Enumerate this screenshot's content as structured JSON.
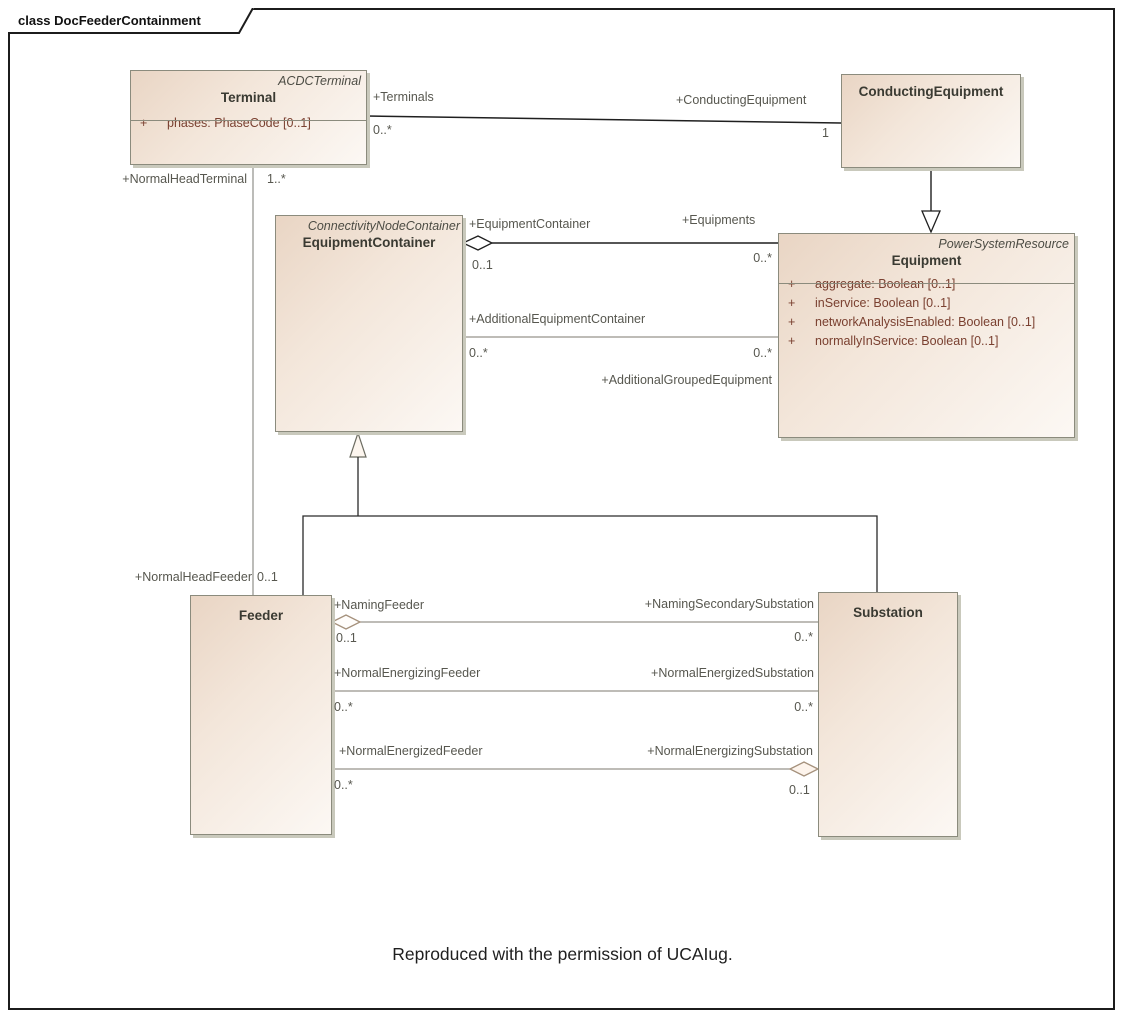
{
  "frame": {
    "title": "class DocFeederContainment"
  },
  "caption": "Reproduced with the permission of UCAIug.",
  "colors": {
    "box_fill_start": "#e9d5c4",
    "box_fill_end": "#fcf8f4",
    "box_border": "#8b8b7d",
    "box_shadow": "#c9c9bc",
    "class_name_text": "#3a3a32",
    "stereotype_text": "#4c4c44",
    "attribute_text": "#7a4030",
    "edge_label_text": "#57574f",
    "association_line_dark": "#1f1f1f",
    "association_line_gray": "#98948c",
    "frame_border": "#1c1c1c"
  },
  "classes": {
    "terminal": {
      "stereotype": "ACDCTerminal",
      "name": "Terminal",
      "attributes": [
        {
          "vis": "+",
          "text": "phases: PhaseCode [0..1]"
        }
      ]
    },
    "conducting_equipment": {
      "name": "ConductingEquipment"
    },
    "equipment_container": {
      "stereotype": "ConnectivityNodeContainer",
      "name": "EquipmentContainer"
    },
    "equipment": {
      "stereotype": "PowerSystemResource",
      "name": "Equipment",
      "attributes": [
        {
          "vis": "+",
          "text": "aggregate: Boolean [0..1]"
        },
        {
          "vis": "+",
          "text": "inService: Boolean [0..1]"
        },
        {
          "vis": "+",
          "text": "networkAnalysisEnabled: Boolean [0..1]"
        },
        {
          "vis": "+",
          "text": "normallyInService: Boolean [0..1]"
        }
      ]
    },
    "feeder": {
      "name": "Feeder"
    },
    "substation": {
      "name": "Substation"
    }
  },
  "associations": {
    "terminals": {
      "source_role": "+Terminals",
      "source_mult": "0..*",
      "target_role": "+ConductingEquipment",
      "target_mult": "1"
    },
    "normal_head": {
      "source_role": "+NormalHeadTerminal",
      "source_mult": "1..*",
      "target_role": "+NormalHeadFeeder",
      "target_mult": "0..1"
    },
    "equipments": {
      "source_role": "+EquipmentContainer",
      "source_mult": "0..1",
      "target_role": "+Equipments",
      "target_mult": "0..*"
    },
    "additional_equipment": {
      "source_role": "+AdditionalEquipmentContainer",
      "source_mult": "0..*",
      "target_role": "+AdditionalGroupedEquipment",
      "target_mult": "0..*"
    },
    "naming": {
      "source_role": "+NamingFeeder",
      "source_mult": "0..1",
      "target_role": "+NamingSecondarySubstation",
      "target_mult": "0..*"
    },
    "normal_energizing": {
      "source_role": "+NormalEnergizingFeeder",
      "source_mult": "0..*",
      "target_role": "+NormalEnergizedSubstation",
      "target_mult": "0..*"
    },
    "normal_energized": {
      "source_role": "+NormalEnergizedFeeder",
      "source_mult": "0..*",
      "target_role": "+NormalEnergizingSubstation",
      "target_mult": "0..1"
    }
  }
}
